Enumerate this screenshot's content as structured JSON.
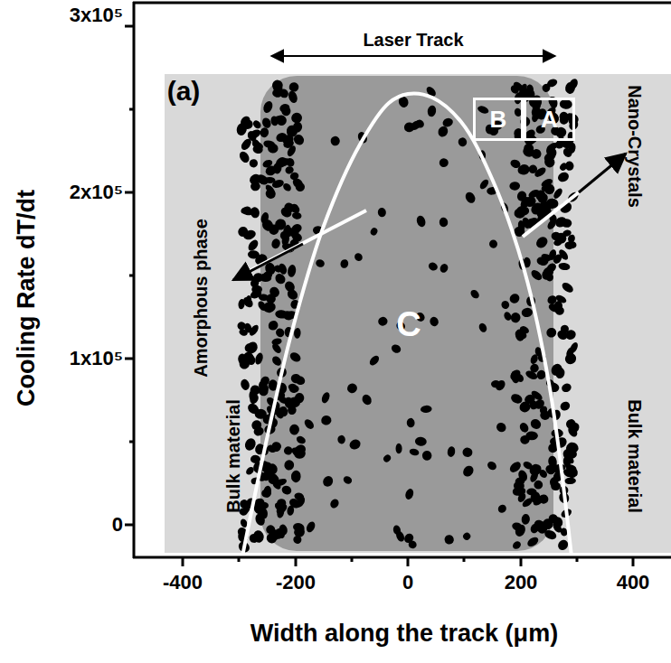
{
  "diagram": {
    "nodes": [
      {
        "text": [
          "B"
        ]
      },
      {
        "text": [
          "A"
        ]
      }
    ],
    "labels": [
      "Laser Track",
      "(a)",
      "Nano-Crystals",
      "Amorphous phase",
      "C",
      "Bulk material",
      "Bulk material",
      "3x10⁵",
      "2x10⁵",
      "1x10⁵",
      "0",
      "-400",
      "-200",
      "0",
      "200",
      "400",
      "Cooling Rate dT/dt",
      "Width along the track (μm)"
    ]
  }
}
